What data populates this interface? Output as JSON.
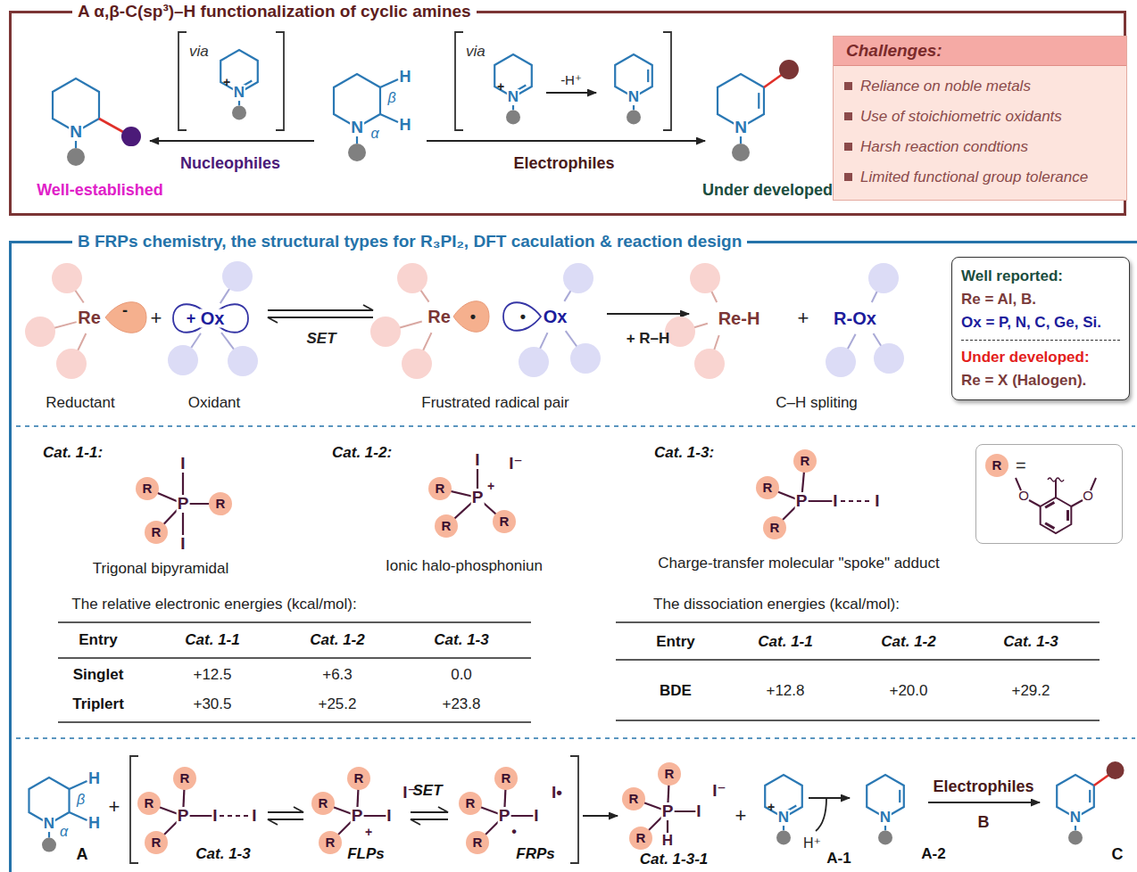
{
  "diagram": {
    "nodes": [
      {
        "text": [
          "A α,β-C(sp³)–H functionalization of cyclic amines"
        ]
      },
      {
        "text": [
          "Challenges:",
          "Reliance on noble metals",
          "Use of stoichiometric oxidants",
          "Harsh reaction condtions",
          "Limited functional group tolerance"
        ],
        "in": 0
      },
      {
        "text": [
          "B FRPs chemistry, the structural types for R₃PI₂, DFT caculation & reaction design"
        ]
      },
      {
        "text": [
          "Well reported:",
          "Re = Al, B.",
          "Ox = P, N, C, Ge, Si.",
          "Under developed:",
          "Re = X (Halogen)."
        ],
        "in": 2
      },
      {
        "text": [
          "R",
          "="
        ],
        "in": 2
      }
    ],
    "labels": [
      "N",
      "via",
      "N",
      "+",
      "Nucleophiles",
      "Well-established",
      "N",
      "H",
      "β",
      "H",
      "α",
      "Electrophiles",
      "via",
      "N",
      "+",
      "-H⁺",
      "N",
      "N",
      "Under developed",
      "Re",
      "-",
      "+",
      "+",
      "Ox",
      "SET",
      "Re",
      "•",
      "•",
      "Ox",
      "+ R–H",
      "Re-H",
      "+",
      "R-Ox",
      "Reductant",
      "Oxidant",
      "Frustrated radical pair",
      "C–H spliting",
      "Cat. 1-1:",
      "R",
      "R",
      "R",
      "P",
      "I",
      "I",
      "Trigonal bipyramidal",
      "Cat. 1-2:",
      "R",
      "R",
      "R",
      "P",
      "+",
      "I",
      "I⁻",
      "Ionic halo-phosphoniun",
      "Cat. 1-3:",
      "R",
      "R",
      "R",
      "P",
      "I",
      "I",
      "Charge-transfer molecular \"spoke\" adduct",
      "The relative electronic energies (kcal/mol):",
      "Entry",
      "Cat. 1-1",
      "Cat. 1-2",
      "Cat. 1-3",
      "Singlet",
      "+12.5",
      "+6.3",
      "0.0",
      "Triplert",
      "+30.5",
      "+25.2",
      "+23.8",
      "The dissociation energies (kcal/mol):",
      "Entry",
      "Cat. 1-1",
      "Cat. 1-2",
      "Cat. 1-3",
      "BDE",
      "+12.8",
      "+20.0",
      "+29.2",
      "O",
      "O",
      "N",
      "H",
      "β",
      "H",
      "α",
      "A",
      "+",
      "R",
      "R",
      "R",
      "P",
      "I",
      "I",
      "Cat. 1-3",
      "R",
      "R",
      "R",
      "P",
      "+",
      "I",
      "I⁻",
      "FLPs",
      "SET",
      "R",
      "R",
      "R",
      "P",
      "•",
      "I",
      "I•",
      "FRPs",
      "R",
      "R",
      "R",
      "P",
      "I",
      "H",
      "I⁻",
      "Cat. 1-3-1",
      "+",
      "N",
      "+",
      "A-1",
      "H⁺",
      "N",
      "A-2",
      "Electrophiles",
      "B",
      "N",
      "C"
    ]
  }
}
